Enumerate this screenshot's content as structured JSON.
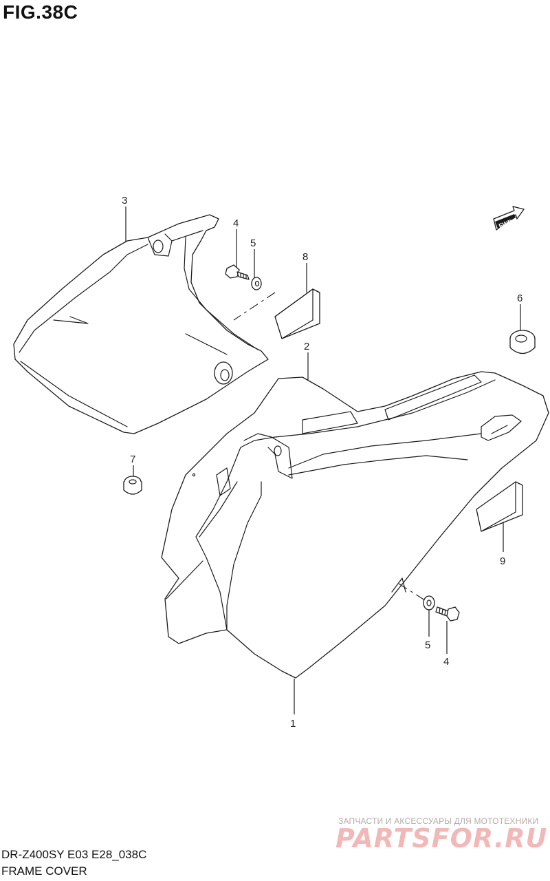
{
  "figure": {
    "title": "FIG.38C",
    "model_code": "DR-Z400SY E03 E28_038C",
    "name": "FRAME COVER"
  },
  "callouts": [
    "1",
    "2",
    "3",
    "4",
    "5",
    "6",
    "7",
    "8",
    "9",
    "4",
    "5"
  ],
  "fwd_label": "FWD",
  "watermark": {
    "tagline": "ЗАПЧАСТИ И АКСЕССУАРЫ ДЛЯ МОТОТЕХНИКИ",
    "logo": "PARTSFOR.RU"
  }
}
